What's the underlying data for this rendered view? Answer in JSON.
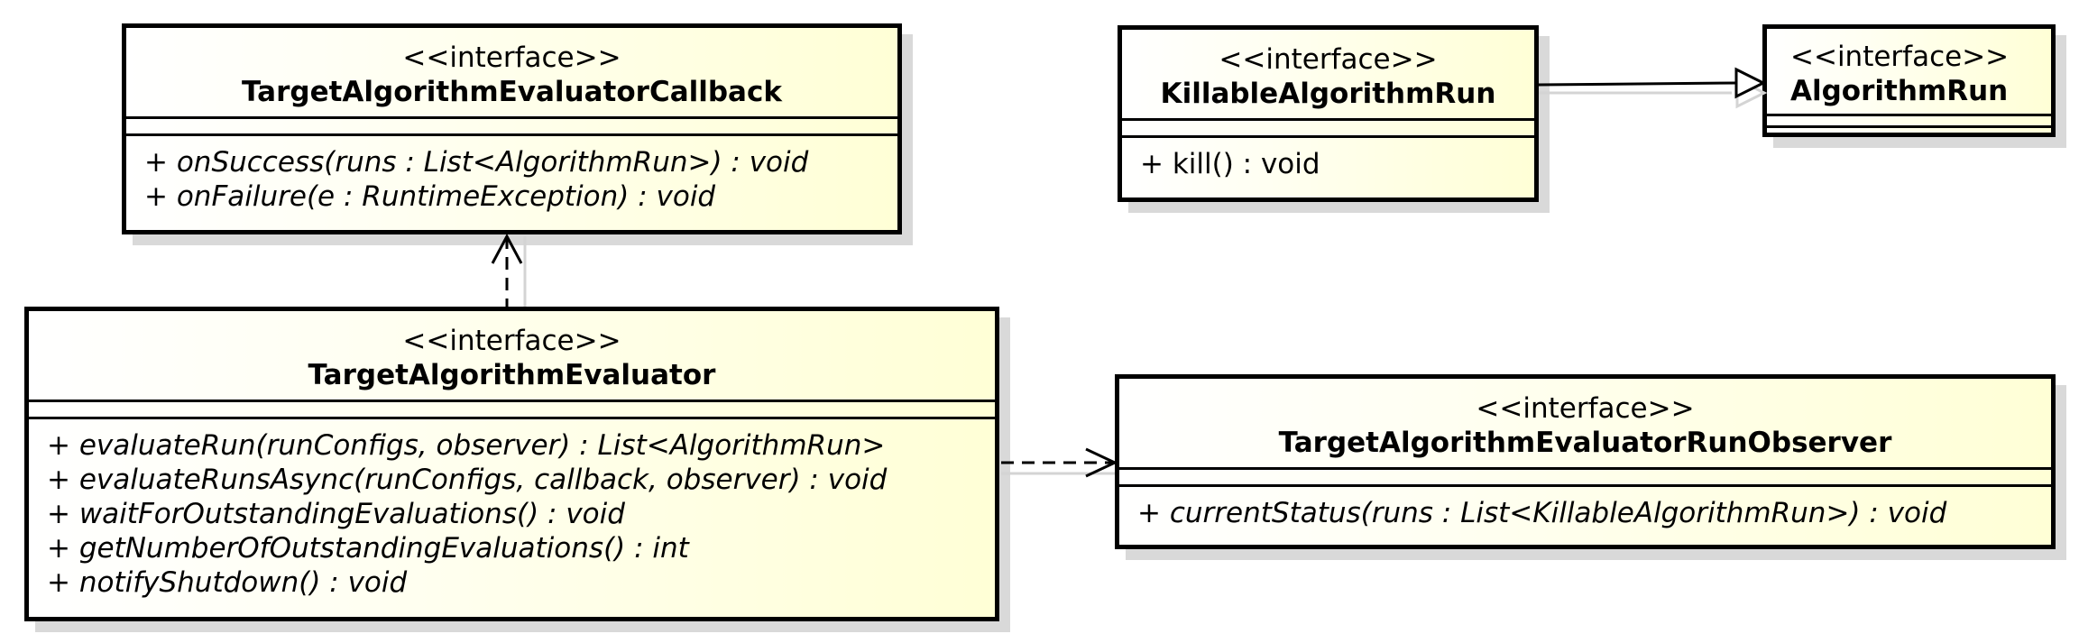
{
  "diagram": {
    "type": "uml-class-diagram",
    "colors": {
      "class_fill": "#ffffd6",
      "border": "#000000",
      "shadow": "#d9d9d9"
    },
    "classes": {
      "callback": {
        "stereotype": "<<interface>>",
        "name": "TargetAlgorithmEvaluatorCallback",
        "operations": [
          "+ onSuccess(runs : List<AlgorithmRun>) : void",
          "+ onFailure(e : RuntimeException) : void"
        ]
      },
      "evaluator": {
        "stereotype": "<<interface>>",
        "name": "TargetAlgorithmEvaluator",
        "operations": [
          "+ evaluateRun(runConfigs, observer) : List<AlgorithmRun>",
          "+ evaluateRunsAsync(runConfigs, callback, observer) : void",
          "+ waitForOutstandingEvaluations() : void",
          "+ getNumberOfOutstandingEvaluations() : int",
          "+ notifyShutdown() : void"
        ]
      },
      "killable": {
        "stereotype": "<<interface>>",
        "name": "KillableAlgorithmRun",
        "operations": [
          "+ kill() : void"
        ]
      },
      "algorithm_run": {
        "stereotype": "<<interface>>",
        "name": "AlgorithmRun",
        "operations": []
      },
      "observer": {
        "stereotype": "<<interface>>",
        "name": "TargetAlgorithmEvaluatorRunObserver",
        "operations": [
          "+ currentStatus(runs : List<KillableAlgorithmRun>) : void"
        ]
      }
    },
    "relations": [
      {
        "kind": "dependency",
        "from": "TargetAlgorithmEvaluator",
        "to": "TargetAlgorithmEvaluatorCallback"
      },
      {
        "kind": "dependency",
        "from": "TargetAlgorithmEvaluator",
        "to": "TargetAlgorithmEvaluatorRunObserver"
      },
      {
        "kind": "generalization",
        "from": "KillableAlgorithmRun",
        "to": "AlgorithmRun"
      }
    ]
  }
}
